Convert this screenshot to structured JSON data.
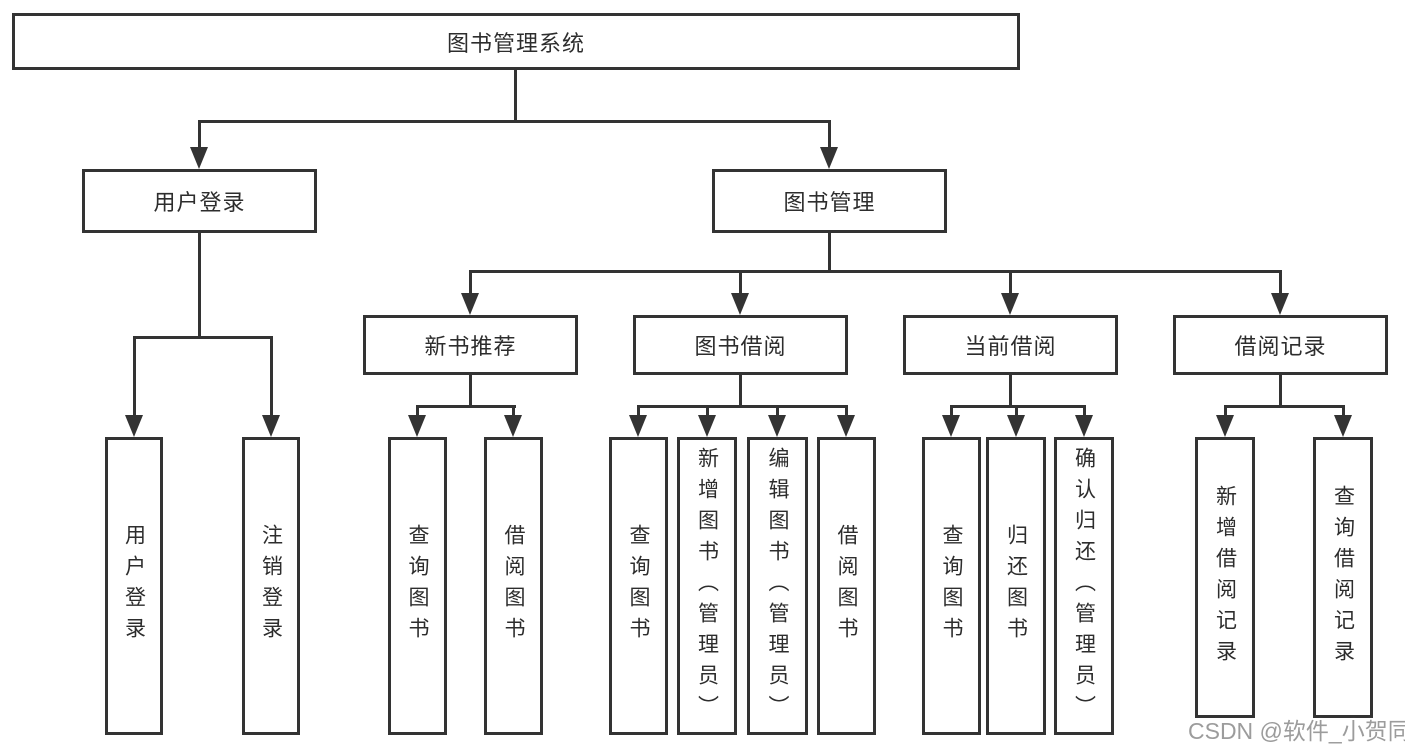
{
  "colors": {
    "line": "#333333",
    "text": "#2d2d2d",
    "bg": "#ffffff",
    "watermark": "#9c9c9c"
  },
  "tree": {
    "root": {
      "label": "图书管理系统"
    },
    "children": [
      {
        "label": "用户登录",
        "children": [
          {
            "label": "用户登录"
          },
          {
            "label": "注销登录"
          }
        ]
      },
      {
        "label": "图书管理",
        "children": [
          {
            "label": "新书推荐",
            "children": [
              {
                "label": "查询图书"
              },
              {
                "label": "借阅图书"
              }
            ]
          },
          {
            "label": "图书借阅",
            "children": [
              {
                "label": "查询图书"
              },
              {
                "label": "新增图书（管理员）"
              },
              {
                "label": "编辑图书（管理员）"
              },
              {
                "label": "借阅图书"
              }
            ]
          },
          {
            "label": "当前借阅",
            "children": [
              {
                "label": "查询图书"
              },
              {
                "label": "归还图书"
              },
              {
                "label": "确认归还（管理员）"
              }
            ]
          },
          {
            "label": "借阅记录",
            "children": [
              {
                "label": "新增借阅记录"
              },
              {
                "label": "查询借阅记录"
              }
            ]
          }
        ]
      }
    ]
  },
  "watermark": {
    "text": "CSDN @软件_小贺同学"
  }
}
